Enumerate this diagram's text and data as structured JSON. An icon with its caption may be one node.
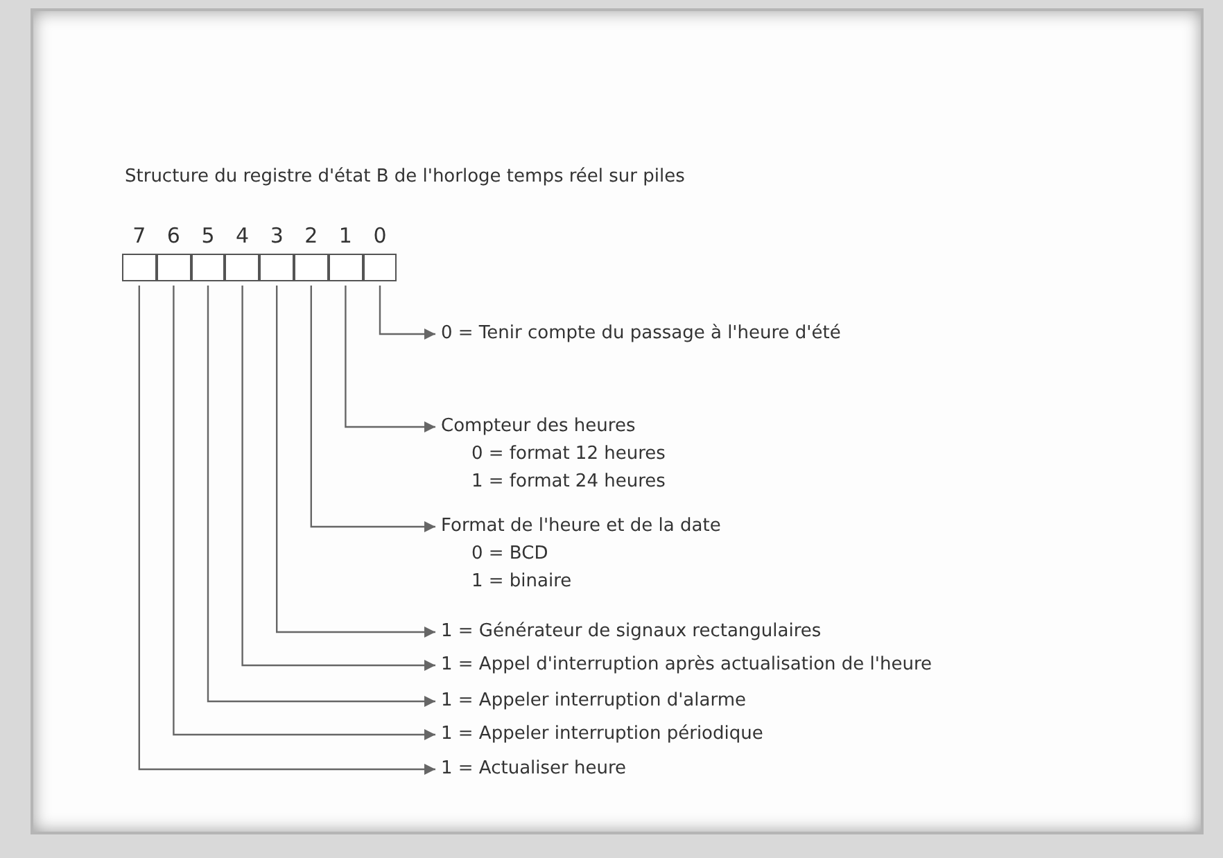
{
  "diagram": {
    "title": "Structure du registre d'état B de l'horloge temps réel sur piles",
    "nodes": [
      {
        "text": [
          "7"
        ]
      },
      {
        "text": [
          "6"
        ]
      },
      {
        "text": [
          "5"
        ]
      },
      {
        "text": [
          "4"
        ]
      },
      {
        "text": [
          "3"
        ]
      },
      {
        "text": [
          "2"
        ]
      },
      {
        "text": [
          "1"
        ]
      },
      {
        "text": [
          "0"
        ]
      },
      {
        "text": [
          "0 = Tenir compte du passage à l'heure d'été"
        ]
      },
      {
        "text": [
          "Compteur des heures",
          "0 = format 12 heures",
          "1 = format 24 heures"
        ]
      },
      {
        "text": [
          "Format de l'heure et de la date",
          "0 = BCD",
          "1 = binaire"
        ]
      },
      {
        "text": [
          "1 = Générateur de signaux rectangulaires"
        ]
      },
      {
        "text": [
          "1 = Appel d'interruption après actualisation de l'heure"
        ]
      },
      {
        "text": [
          "1 = Appeler interruption d'alarme"
        ]
      },
      {
        "text": [
          "1 = Appeler interruption périodique"
        ]
      },
      {
        "text": [
          "1 = Actualiser heure"
        ]
      }
    ],
    "edges": [
      {
        "from": 7,
        "to": 8,
        "arrow": "to"
      },
      {
        "from": 6,
        "to": 9,
        "arrow": "to"
      },
      {
        "from": 5,
        "to": 10,
        "arrow": "to"
      },
      {
        "from": 4,
        "to": 11,
        "arrow": "to"
      },
      {
        "from": 3,
        "to": 12,
        "arrow": "to"
      },
      {
        "from": 2,
        "to": 13,
        "arrow": "to"
      },
      {
        "from": 1,
        "to": 14,
        "arrow": "to"
      },
      {
        "from": 0,
        "to": 15,
        "arrow": "to"
      }
    ]
  }
}
